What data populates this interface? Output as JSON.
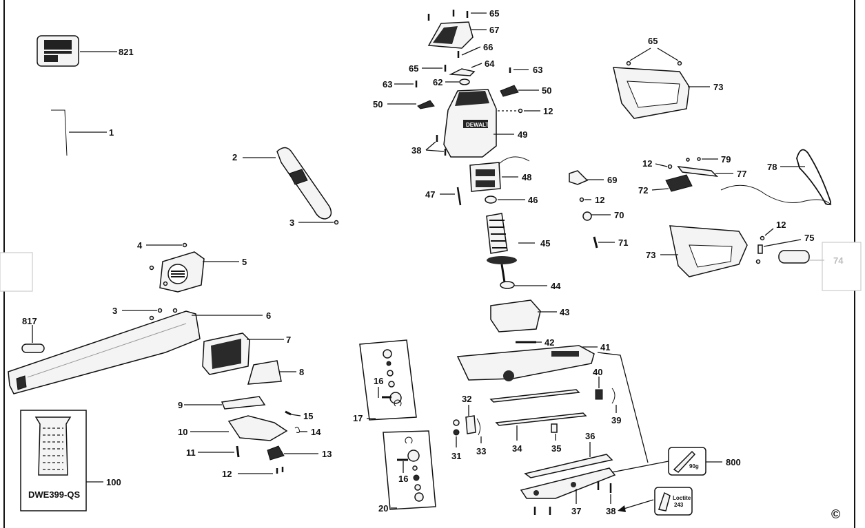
{
  "diagram": {
    "copyright_symbol": "©",
    "insert_labels": {
      "grease_amount": "90g",
      "loctite_name": "Loctite",
      "loctite_number": "243",
      "box_100_caption": "DWE399-QS"
    },
    "callouts": {
      "c821": "821",
      "c1": "1",
      "c2": "2",
      "c3a": "3",
      "c3b": "3",
      "c4": "4",
      "c5": "5",
      "c6": "6",
      "c7": "7",
      "c8": "8",
      "c9": "9",
      "c10": "10",
      "c11": "11",
      "c12a": "12",
      "c13": "13",
      "c14": "14",
      "c15": "15",
      "c16a": "16",
      "c16b": "16",
      "c17": "17",
      "c20": "20",
      "c100": "100",
      "c817": "817",
      "c65a": "65",
      "c67": "67",
      "c66": "66",
      "c65b": "65",
      "c64": "64",
      "c63a": "63",
      "c63b": "63",
      "c62": "62",
      "c50a": "50",
      "c50b": "50",
      "c12b": "12",
      "c49": "49",
      "c38a": "38",
      "c48": "48",
      "c47": "47",
      "c46": "46",
      "c45": "45",
      "c44": "44",
      "c43": "43",
      "c42": "42",
      "c41": "41",
      "c40": "40",
      "c39": "39",
      "c32": "32",
      "c31": "31",
      "c33": "33",
      "c34": "34",
      "c35": "35",
      "c36": "36",
      "c37": "37",
      "c38b": "38",
      "c800": "800",
      "c65c": "65",
      "c73a": "73",
      "c69": "69",
      "c12c": "12",
      "c70": "70",
      "c71": "71",
      "c12d": "12",
      "c79": "79",
      "c77": "77",
      "c72": "72",
      "c78": "78",
      "c12e": "12",
      "c75": "75",
      "c73b": "73",
      "c74": "74"
    }
  }
}
